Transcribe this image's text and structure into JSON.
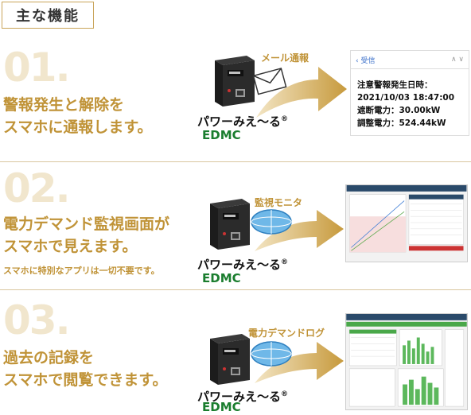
{
  "header": {
    "badge": "主な機能"
  },
  "sections": [
    {
      "number": "01",
      "dot": ".",
      "lines": [
        "警報発生と解除を",
        "スマホに通報します。"
      ],
      "product": "パワーみえ～る",
      "reg": "®",
      "brand": "EDMC",
      "arrow_label": "メール通報",
      "phone": {
        "back_label": "受信",
        "lines": [
          "注意警報発生日時：",
          "2021/10/03 18:47:00",
          "遮断電力：30.00kW",
          "調整電力：524.44kW"
        ]
      }
    },
    {
      "number": "02",
      "dot": ".",
      "lines": [
        "電力デマンド監視画面が",
        "スマホで見えます。"
      ],
      "sub": "スマホに特別なアプリは一切不要です。",
      "product": "パワーみえ～る",
      "reg": "®",
      "brand": "EDMC",
      "arrow_label": "監視モニタ"
    },
    {
      "number": "03",
      "dot": ".",
      "lines": [
        "過去の記録を",
        "スマホで閲覧できます。"
      ],
      "product": "パワーみえ～る",
      "reg": "®",
      "brand": "EDMC",
      "arrow_label": "電力デマンドログ"
    }
  ],
  "colors": {
    "accent": "#c09337",
    "brand": "#1a7d2e",
    "number": "#f1e6cd"
  }
}
